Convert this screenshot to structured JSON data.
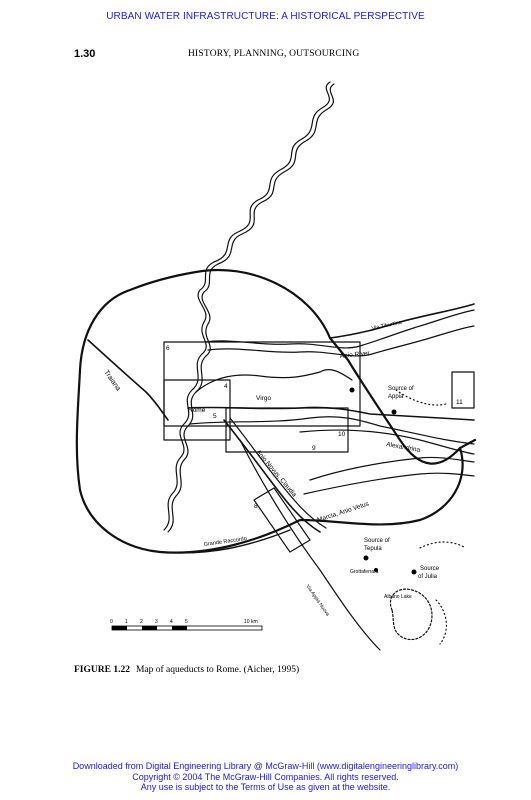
{
  "header": {
    "banner": "URBAN WATER INFRASTRUCTURE: A HISTORICAL PERSPECTIVE",
    "page_number": "1.30",
    "running_head": "HISTORY, PLANNING, OUTSOURCING"
  },
  "map": {
    "labels": {
      "traiana": "Traiana",
      "via_tiburtina": "Via Tiburtina",
      "anio_river": "Anio River",
      "virgo": "Virgo",
      "rome": "Rome",
      "source_appia": "Source of Appia",
      "alexandrina": "Alexandrina",
      "anio_novus_claudia": "Anio Novus, Claudia",
      "marcia_anio_vetus": "Marcia, Anio Vetus",
      "grande_raccordo": "Grande Raccordo",
      "source_tepula": "Source of Tepula",
      "grottaferrata": "Grottaferrata",
      "source_julia": "Source of Julia",
      "albano_lake": "Albano Lake",
      "via_appia_nuova": "Via Appia Nuova",
      "box_4": "4",
      "box_5": "5",
      "box_6": "6",
      "box_8": "8",
      "box_9": "9",
      "box_10": "10",
      "box_11": "11"
    },
    "scale": {
      "ticks": [
        "0",
        "1",
        "2",
        "3",
        "4",
        "5"
      ],
      "end_label": "10 km"
    }
  },
  "caption": {
    "label": "FIGURE 1.22",
    "text": "Map of aqueducts to Rome. (Aicher, 1995)"
  },
  "footer": {
    "line1": "Downloaded from Digital Engineering Library @ McGraw-Hill (www.digitalengineeringlibrary.com)",
    "line2": "Copyright © 2004 The McGraw-Hill Companies. All rights reserved.",
    "line3": "Any use is subject to the Terms of Use as given at the website."
  }
}
